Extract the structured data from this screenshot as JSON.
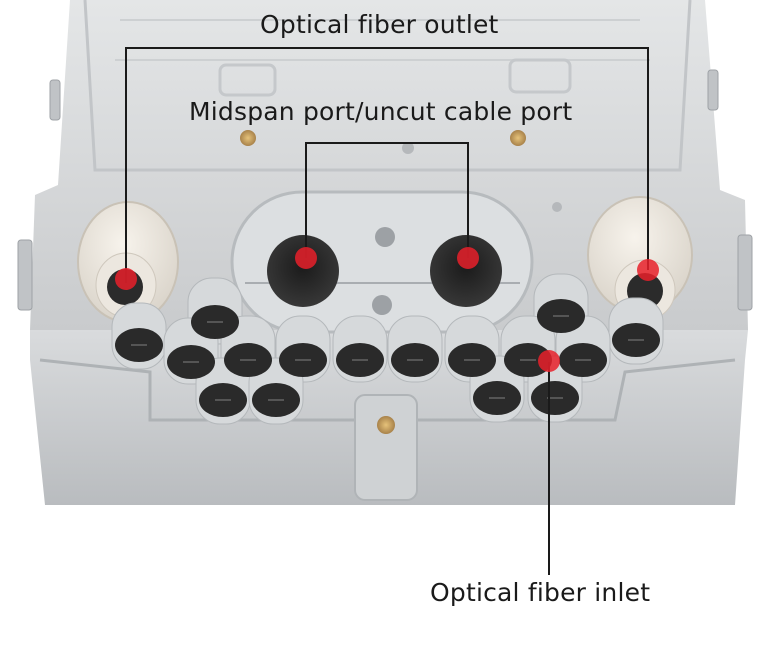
{
  "labels": {
    "outlet": "Optical fiber outlet",
    "midspan": "Midspan port/uncut cable port",
    "inlet": "Optical fiber inlet"
  },
  "colors": {
    "marker": "#e8202a",
    "leader_line": "#1a1a1a",
    "enclosure": "#d4d6d8",
    "grommet": "#2a2a2a"
  }
}
